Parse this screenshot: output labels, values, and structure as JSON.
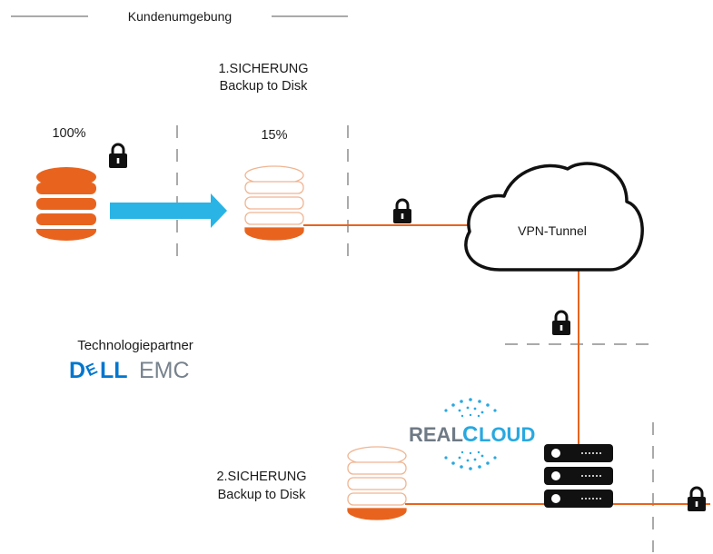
{
  "header": {
    "title": "Kundenumgebung"
  },
  "backup1": {
    "title": "1.SICHERUNG",
    "subtitle": "Backup to Disk",
    "percent": "15%"
  },
  "source": {
    "percent": "100%"
  },
  "cloud": {
    "label": "VPN-Tunnel"
  },
  "partner": {
    "label": "Technologiepartner",
    "logo_left": "D",
    "logo_mid": "LL",
    "logo_right": "EMC",
    "logo_e": "E"
  },
  "realcloud": {
    "real": "REAL",
    "c": "C",
    "loud": "LOUD"
  },
  "backup2": {
    "title": "2.SICHERUNG",
    "subtitle": "Backup to Disk"
  },
  "colors": {
    "orange": "#e8641e",
    "arrow": "#29b4e5",
    "dark": "#111111",
    "dell_blue": "#0076ce",
    "emc_gray": "#77828c",
    "rc_gray": "#6e7a85",
    "rc_blue": "#29a8e0"
  }
}
